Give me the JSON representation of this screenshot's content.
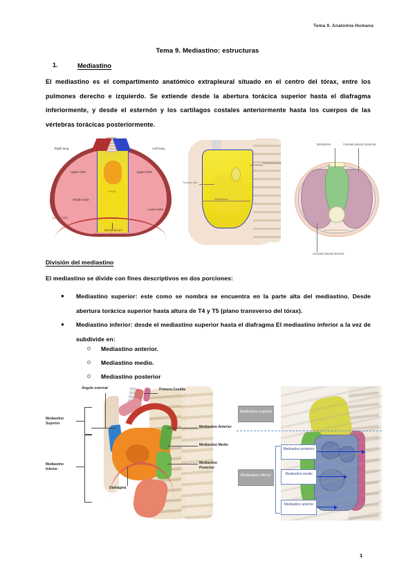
{
  "header": {
    "text": "Tema 9. Anatomía Humana"
  },
  "page_number": "1",
  "document": {
    "title": "Tema 9. Mediastino: estructuras",
    "section_number": "1.",
    "section_title": "Mediastino",
    "paragraph1": "El mediastino es el compartimento anatómico extrapleural situado en el centro del tórax, entre los pulmones derecho e izquierdo. Se extiende desde la abertura torácica superior hasta el diafragma inferiormente, y desde el esternón y los cartílagos costales anteriormente hasta los cuerpos de las vértebras torácicas posteriormente.",
    "subsection_title": "División del mediastino",
    "lead": "El mediastino se divide con fines descriptivos en dos porciones:",
    "bullets": [
      "Mediastino superior: este como se nombra se encuentra en la parte alta del mediastino. Desde abertura torácica superior hasta altura de T4 y T5 (plano transverso del tórax).",
      "Mediastino inferior: desde el mediastino superior hasta el diafragma El mediastino inferior a la vez de subdivide en:"
    ],
    "sub_bullets": [
      "Mediastino anterior.",
      "Mediastino medio.",
      "Mediastino posterior"
    ]
  },
  "figure1": {
    "name": "coronal-thorax-lungs",
    "labels": {
      "right_lung": "Right lung",
      "left_lung": "Left lung",
      "upper_lobe_left": "Upper lobe",
      "upper_lobe_right": "Upper lobe",
      "middle_lobe": "Middle lobe",
      "lower_lobe_left": "Lower lobe",
      "lower_lobe_right": "Lower lobe",
      "heart": "Heart",
      "mediastinum": "Mediastinum",
      "mediastinum_sub": "(between right and left lung)"
    },
    "colors": {
      "lung": "#f2a0a8",
      "mediastinum": "#f5e11e",
      "ribcage": "#9e3b3b",
      "outline": "#2f46c8"
    }
  },
  "figure2": {
    "name": "sagittal-mediastinum-yellow",
    "labels": {
      "left": "Thoracic inlet",
      "right": "Vertebral column",
      "center": "Mediastinum"
    },
    "colors": {
      "mediastinum": "#f2e01c",
      "outline": "#2a3fbf",
      "body": "#f3e2d4"
    }
  },
  "figure3": {
    "name": "axial-thorax-section",
    "labels": {
      "mediastino": "Mediastino",
      "cavidad_izquierda": "Cavidad pleural izquierda",
      "cavidad_derecha": "Cavidad pleural derecha"
    },
    "colors": {
      "mediastinum": "#8fc98a",
      "lung": "#c9a0b4",
      "wall": "#f6d9cc"
    }
  },
  "figure4": {
    "name": "sagittal-mediastinum-labeled",
    "labels": {
      "angulo_esternal": "Ángulo esternal",
      "primera_costilla": "Primera Costilla",
      "mediastino_superior": "Mediastino Superior",
      "mediastino_inferior": "Mediastino Inferior",
      "mediastino_anterior": "Mediastino Anterior",
      "mediastino_medio": "Mediastino Medio",
      "mediastino_posterior": "Mediastino Posterior",
      "diafragma": "Diafragma"
    }
  },
  "figure5": {
    "name": "sagittal-mediastinum-divisions",
    "boxes": {
      "superior": "Mediastino superior",
      "inferior": "Mediastino inferior",
      "posterior": "Mediastino posterior",
      "medio": "Mediastino medio",
      "anterior": "Mediastino anterior"
    },
    "colors": {
      "superior_region": "#d8d64b",
      "anterior_region": "#6cb750",
      "medio_region": "#7f92bb",
      "posterior_region": "#c4648c",
      "divider": "#5b8fd4",
      "box_gray": "#a6a6a6",
      "box_border": "#6d86c4"
    }
  }
}
